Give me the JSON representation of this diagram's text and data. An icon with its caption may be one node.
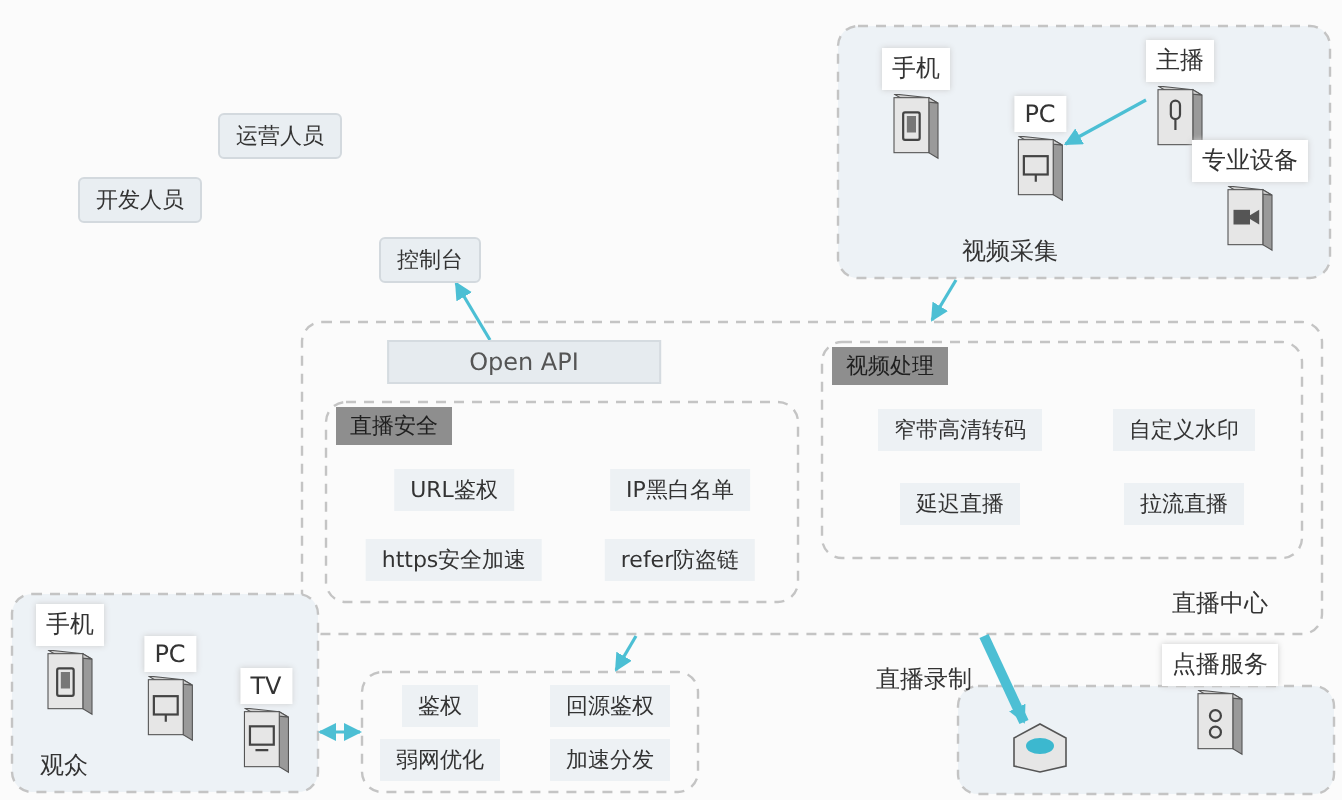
{
  "diagram": {
    "nodes": [
      {
        "text": [
          "运营人员"
        ]
      },
      {
        "text": [
          "开发人员"
        ]
      },
      {
        "text": [
          "控制台"
        ]
      },
      {
        "text": [
          "直播中心"
        ]
      },
      {
        "text": [
          "Open API"
        ],
        "in": 3
      },
      {
        "text": [
          "视频处理"
        ],
        "in": 3
      },
      {
        "text": [
          "窄带高清转码"
        ],
        "in": 5
      },
      {
        "text": [
          "延迟直播"
        ],
        "in": 5
      },
      {
        "text": [
          "自定义水印"
        ],
        "in": 5
      },
      {
        "text": [
          "拉流直播"
        ],
        "in": 5
      },
      {
        "text": [
          "直播安全"
        ],
        "in": 3
      },
      {
        "text": [
          "URL鉴权"
        ],
        "in": 10
      },
      {
        "text": [
          "https安全加速"
        ],
        "in": 10
      },
      {
        "text": [
          "IP黑白名单"
        ],
        "in": 10
      },
      {
        "text": [
          "refer防盗链"
        ],
        "in": 10
      },
      {
        "text": [
          "视频采集"
        ]
      },
      {
        "text": [
          "手机"
        ],
        "in": 15
      },
      {
        "text": [
          "PC"
        ],
        "in": 15
      },
      {
        "text": [
          "主播"
        ],
        "in": 15
      },
      {
        "text": [
          "专业设备"
        ],
        "in": 15
      },
      {
        "text": [],
        "shape": "box"
      },
      {
        "text": [
          "鉴权"
        ],
        "in": 20
      },
      {
        "text": [
          "回源鉴权"
        ],
        "in": 20
      },
      {
        "text": [
          "弱网优化"
        ],
        "in": 20
      },
      {
        "text": [
          "加速分发"
        ],
        "in": 20
      },
      {
        "text": [
          "观众"
        ]
      },
      {
        "text": [
          "手机"
        ],
        "in": 25
      },
      {
        "text": [
          "PC"
        ],
        "in": 25
      },
      {
        "text": [
          "TV"
        ],
        "in": 25
      },
      {
        "text": [
          "点播服务"
        ]
      },
      {
        "text": [],
        "shape": "box"
      }
    ],
    "edges": [
      {
        "from": 4,
        "to": 2,
        "arrow": "to"
      },
      {
        "from": 15,
        "to": 3,
        "arrow": "to"
      },
      {
        "from": 18,
        "to": 17,
        "arrow": "to"
      },
      {
        "from": 3,
        "to": 20,
        "arrow": "to"
      },
      {
        "from": 25,
        "to": 20,
        "arrow": "both"
      },
      {
        "from": 3,
        "to": 30,
        "arrow": "to",
        "label": "直播录制",
        "style": "thick"
      }
    ]
  }
}
